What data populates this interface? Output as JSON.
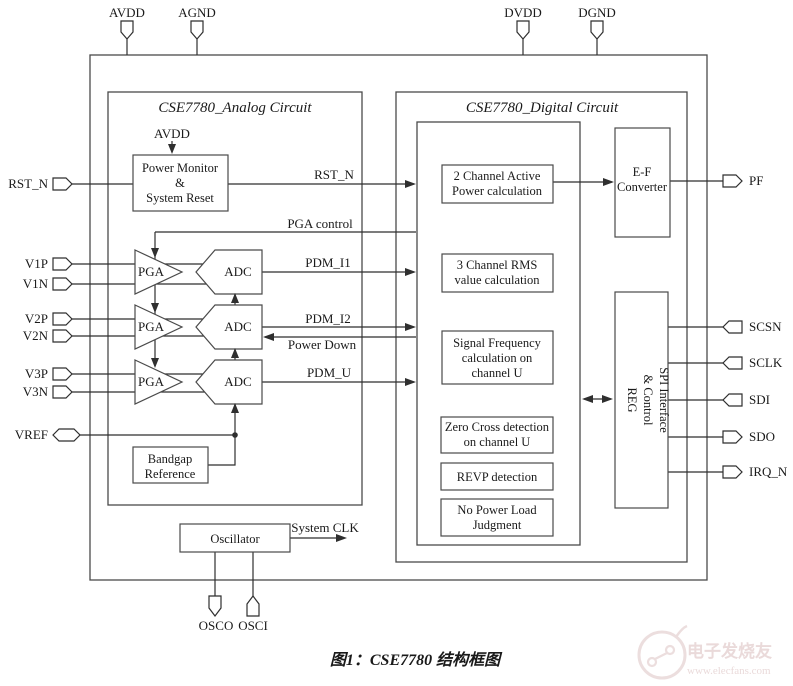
{
  "titles": {
    "analog": "CSE7780_Analog Circuit",
    "digital": "CSE7780_Digital Circuit"
  },
  "pins": {
    "top": [
      {
        "label": "AVDD"
      },
      {
        "label": "AGND"
      },
      {
        "label": "DVDD"
      },
      {
        "label": "DGND"
      }
    ],
    "left": [
      {
        "label": "RST_N"
      },
      {
        "label": "V1P"
      },
      {
        "label": "V1N"
      },
      {
        "label": "V2P"
      },
      {
        "label": "V2N"
      },
      {
        "label": "V3P"
      },
      {
        "label": "V3N"
      },
      {
        "label": "VREF"
      }
    ],
    "right": [
      {
        "label": "PF"
      },
      {
        "label": "SCSN"
      },
      {
        "label": "SCLK"
      },
      {
        "label": "SDI"
      },
      {
        "label": "SDO"
      },
      {
        "label": "IRQ_N"
      }
    ],
    "bottom": [
      {
        "label": "OSCO"
      },
      {
        "label": "OSCI"
      }
    ]
  },
  "analog_blocks": {
    "power_monitor": {
      "lines": [
        "Power Monitor",
        "&",
        "System Reset"
      ]
    },
    "avdd_feed": "AVDD",
    "pga_label": "PGA",
    "adc_label": "ADC",
    "bandgap": {
      "lines": [
        "Bandgap",
        "Reference"
      ]
    }
  },
  "digital_blocks": {
    "active_power": {
      "lines": [
        "2 Channel Active",
        "Power calculation"
      ]
    },
    "rms": {
      "lines": [
        "3 Channel RMS",
        "value calculation"
      ]
    },
    "freq": {
      "lines": [
        "Signal Frequency",
        "calculation on",
        "channel U"
      ]
    },
    "zero_cross": {
      "lines": [
        "Zero Cross detection",
        "on channel U"
      ]
    },
    "revp": {
      "lines": [
        "REVP detection"
      ]
    },
    "no_load": {
      "lines": [
        "No Power Load",
        "Judgment"
      ]
    },
    "ef_converter": {
      "lines": [
        "E-F",
        "Converter"
      ]
    },
    "spi": {
      "lines": [
        "SPI Interface",
        "& Control",
        "REG"
      ]
    }
  },
  "oscillator": {
    "label": "Oscillator"
  },
  "signals": {
    "rst_n": "RST_N",
    "pga_control": "PGA control",
    "pdm_i1": "PDM_I1",
    "pdm_i2": "PDM_I2",
    "power_down": "Power Down",
    "pdm_u": "PDM_U",
    "system_clk": "System CLK"
  },
  "caption": "图1：CSE7780 结构框图",
  "watermark": {
    "brand": "电子发烧友",
    "url": "www.elecfans.com"
  },
  "colors": {
    "line": "#2f2f2f",
    "box_stroke": "#4a4a4a",
    "text": "#1a1a1a",
    "watermark": "#eadada"
  }
}
